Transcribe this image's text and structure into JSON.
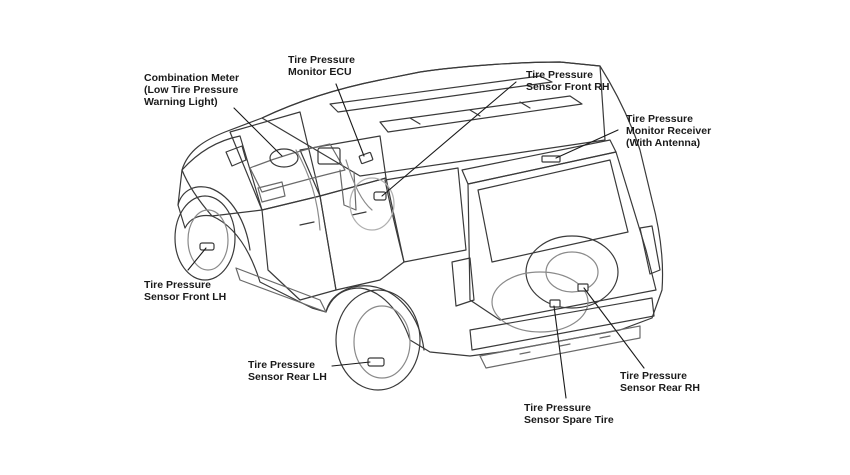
{
  "labels": {
    "combination_meter": [
      "Combination Meter",
      "(Low Tire Pressure",
      "Warning Light)"
    ],
    "monitor_ecu": [
      "Tire Pressure",
      "Monitor ECU"
    ],
    "sensor_front_rh": [
      "Tire Pressure",
      "Sensor Front RH"
    ],
    "monitor_receiver": [
      "Tire Pressure",
      "Monitor Receiver",
      "(With Antenna)"
    ],
    "sensor_front_lh": [
      "Tire Pressure",
      "Sensor Front LH"
    ],
    "sensor_rear_lh": [
      "Tire Pressure",
      "Sensor Rear LH"
    ],
    "sensor_spare": [
      "Tire Pressure",
      "Sensor Spare Tire"
    ],
    "sensor_rear_rh": [
      "Tire Pressure",
      "Sensor Rear RH"
    ]
  },
  "colors": {
    "line": "#3a3a3a",
    "light_line": "#8a8a8a",
    "text": "#1a1a1a"
  }
}
